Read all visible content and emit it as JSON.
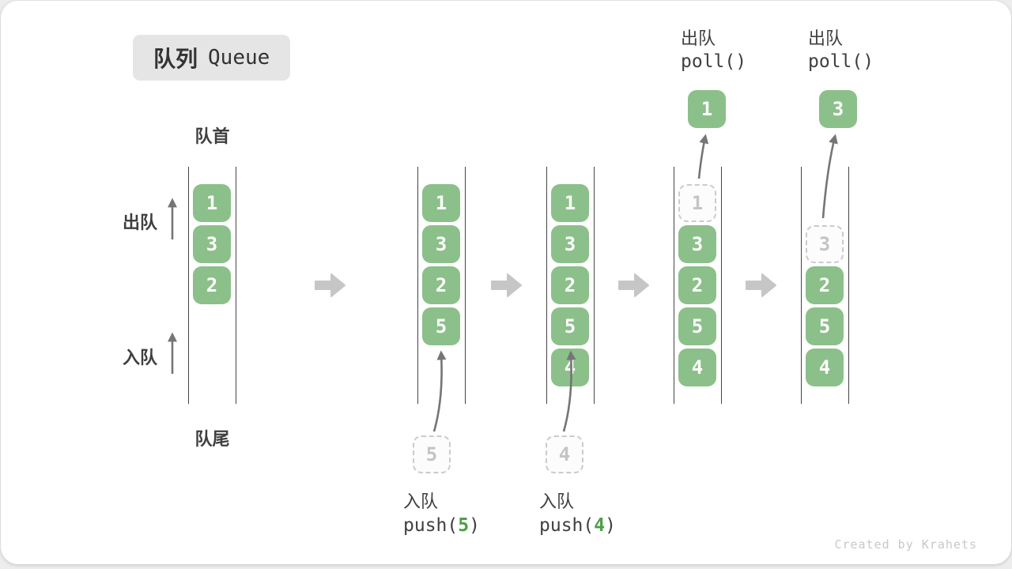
{
  "page": {
    "watermark": "Created by Krahets",
    "background": "#ededed",
    "card_background": "#ffffff"
  },
  "title": {
    "zh": "队列",
    "en": "Queue"
  },
  "side_labels": {
    "front": "队首",
    "rear": "队尾",
    "dequeue": "出队",
    "enqueue": "入队"
  },
  "icons": {
    "transition": "right-block-arrow",
    "dequeue_direction": "up-arrow",
    "enqueue_direction": "up-arrow",
    "push_target": "curved-up-arrow",
    "poll_source": "curved-up-arrow"
  },
  "colors": {
    "cell_green": "#8cc08a",
    "accent_green": "#4d9e44",
    "arrow_gray": "#757575",
    "block_arrow_gray": "#c6c6c6",
    "dashed_border_gray": "#cbcbcb",
    "text_dark": "#3f3f3f",
    "muted_gray": "#c4c4c4",
    "line_dark": "#454545"
  },
  "queues": [
    {
      "name": "state-initial",
      "cells": [
        {
          "value": "1",
          "style": "solid"
        },
        {
          "value": "3",
          "style": "solid"
        },
        {
          "value": "2",
          "style": "solid"
        }
      ]
    },
    {
      "name": "state-after-push-5",
      "cells": [
        {
          "value": "1",
          "style": "solid"
        },
        {
          "value": "3",
          "style": "solid"
        },
        {
          "value": "2",
          "style": "solid"
        },
        {
          "value": "5",
          "style": "solid"
        }
      ],
      "op": {
        "kind": "enqueue",
        "label": "入队",
        "code_pre": "push(",
        "arg": "5",
        "code_post": ")",
        "staged_value": "5"
      }
    },
    {
      "name": "state-after-push-4",
      "cells": [
        {
          "value": "1",
          "style": "solid"
        },
        {
          "value": "3",
          "style": "solid"
        },
        {
          "value": "2",
          "style": "solid"
        },
        {
          "value": "5",
          "style": "solid"
        },
        {
          "value": "4",
          "style": "solid"
        }
      ],
      "op": {
        "kind": "enqueue",
        "label": "入队",
        "code_pre": "push(",
        "arg": "4",
        "code_post": ")",
        "staged_value": "4"
      }
    },
    {
      "name": "state-after-poll-1",
      "cells": [
        {
          "value": "1",
          "style": "dashed"
        },
        {
          "value": "3",
          "style": "solid"
        },
        {
          "value": "2",
          "style": "solid"
        },
        {
          "value": "5",
          "style": "solid"
        },
        {
          "value": "4",
          "style": "solid"
        }
      ],
      "op": {
        "kind": "dequeue",
        "label": "出队",
        "code": "poll()",
        "removed_value": "1"
      }
    },
    {
      "name": "state-after-poll-3",
      "cells": [
        {
          "value": "3",
          "style": "dashed"
        },
        {
          "value": "2",
          "style": "solid"
        },
        {
          "value": "5",
          "style": "solid"
        },
        {
          "value": "4",
          "style": "solid"
        }
      ],
      "op": {
        "kind": "dequeue",
        "label": "出队",
        "code": "poll()",
        "removed_value": "3"
      }
    }
  ]
}
